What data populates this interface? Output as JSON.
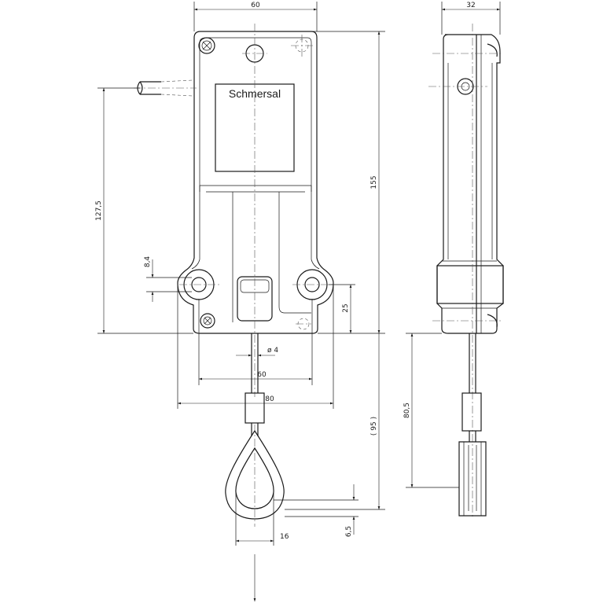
{
  "drawing": {
    "label": "Schmersal",
    "dimensions": {
      "width_top": "60",
      "side_width": "32",
      "height_total": "155",
      "height_cable": "127,5",
      "mount_hole": "8,4",
      "lower_offset": "25",
      "cable_dia": "ø 4",
      "mount_spacing": "60",
      "overall_width": "80",
      "loop_length": "( 95 )",
      "side_cable_length": "80,5",
      "thimble_width": "16",
      "thimble_height": "6,5"
    }
  }
}
